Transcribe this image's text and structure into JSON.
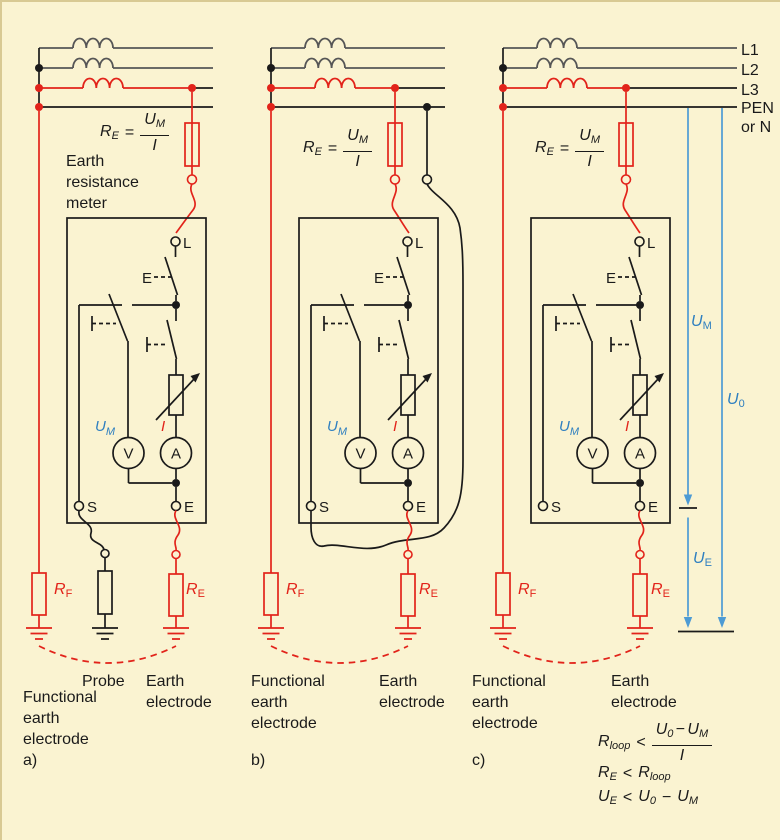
{
  "palette": {
    "background": "#FAF3D1",
    "red": "#E2231A",
    "black": "#1A1A1A",
    "gray_line": "#565656",
    "blue_text": "#2E7FC0",
    "blue_line": "#4D9BD4"
  },
  "power_lines": {
    "l1": "L1",
    "l2": "L2",
    "l3": "L3",
    "pen": "PEN",
    "or_n": "or N"
  },
  "meter": {
    "caption": "Earth resistance meter",
    "terminal_l": "L",
    "terminal_s": "S",
    "terminal_e": "E",
    "voltmeter": "V",
    "ammeter": "A"
  },
  "math": {
    "R": "R",
    "U": "U",
    "I": "I",
    "E": "E",
    "M": "M",
    "F": "F",
    "zero": "0",
    "loop": "loop",
    "eq": "=",
    "lt": "<",
    "minus": "−"
  },
  "electrodes": {
    "probe": "Probe",
    "earth": "Earth electrode",
    "functional": "Functional earth electrode"
  },
  "panels": {
    "a": "a)",
    "b": "b)",
    "c": "c)"
  }
}
